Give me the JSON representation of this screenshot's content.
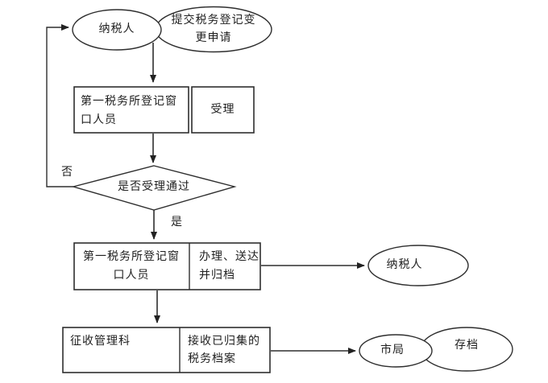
{
  "colors": {
    "stroke": "#2e2e2e",
    "text": "#1f1f1f",
    "background": "#ffffff"
  },
  "flowchart": {
    "start": {
      "actor": "纳税人",
      "action": "提交税务登记变更申请"
    },
    "step1": {
      "role": "第一税务所登记窗口人员",
      "action": "受理"
    },
    "decision": {
      "question": "是否受理通过",
      "no_label": "否",
      "yes_label": "是"
    },
    "step2": {
      "role": "第一税务所登记窗口人员",
      "action": "办理、送达并归档",
      "output": "纳税人"
    },
    "step3": {
      "role": "征收管理科",
      "action": "接收已归集的税务档案",
      "output_primary": "市局",
      "output_secondary": "存档"
    }
  }
}
